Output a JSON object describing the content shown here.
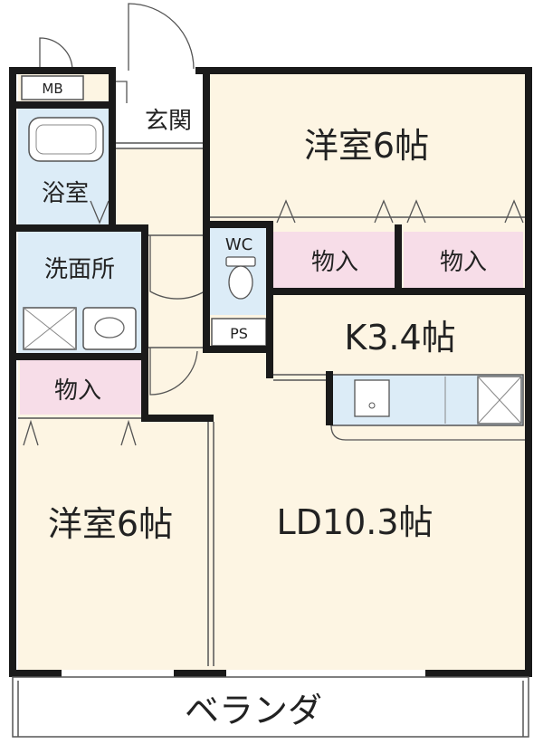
{
  "colors": {
    "wall": "#1a1a1a",
    "room_fill": "#fdf5e3",
    "wet_fill": "#dcecf7",
    "storage_fill": "#f7dde8",
    "exterior": "#ffffff",
    "line": "#555555"
  },
  "rooms": {
    "mb": "MB",
    "genkan": "玄関",
    "yoshitsu_top": "洋室6帖",
    "bath": "浴室",
    "wc": "WC",
    "storage_a": "物入",
    "storage_b": "物入",
    "washroom": "洗面所",
    "ps": "PS",
    "kitchen": "K3.4帖",
    "storage_left": "物入",
    "yoshitsu_left": "洋室6帖",
    "ld": "LD10.3帖",
    "veranda": "ベランダ"
  }
}
